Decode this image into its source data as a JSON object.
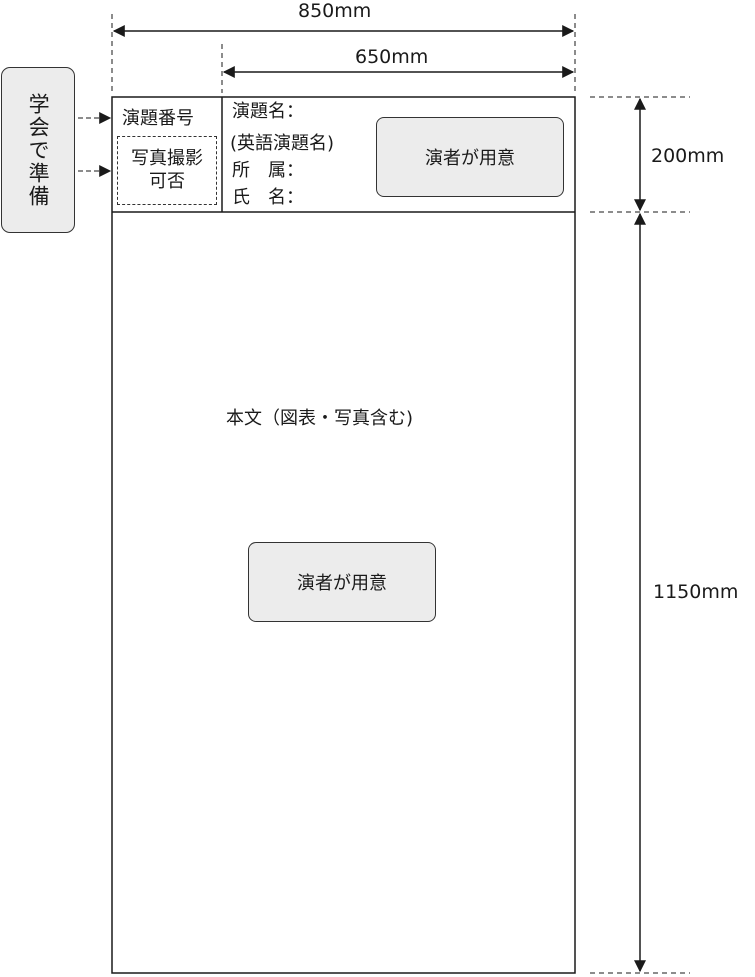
{
  "dimensions": {
    "total_width": "850mm",
    "inner_width": "650mm",
    "header_height": "200mm",
    "body_height": "1150mm"
  },
  "side_label": "学会で準備",
  "header": {
    "number_label": "演題番号",
    "photo_line1": "写真撮影",
    "photo_line2": "可否",
    "title_label": "演題名：",
    "english_title_label": "(英語演題名)",
    "affiliation_label": "所　属：",
    "name_label": "氏　名：",
    "presenter_box": "演者が用意"
  },
  "body": {
    "content_label": "本文（図表・写真含む)",
    "presenter_box": "演者が用意"
  },
  "colors": {
    "line": "#1a1a1a",
    "box_fill": "#ececec"
  }
}
